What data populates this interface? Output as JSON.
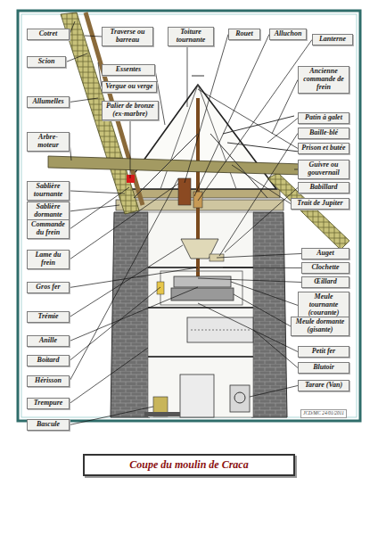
{
  "diagram": {
    "caption": "Coupe du moulin de Craca",
    "nodes": [
      {
        "text": [
          "Cotret"
        ]
      },
      {
        "text": [
          "Traverse ou barreau"
        ]
      },
      {
        "text": [
          "Toiture tournante"
        ]
      },
      {
        "text": [
          "Rouet"
        ]
      },
      {
        "text": [
          "Alluchon"
        ]
      },
      {
        "text": [
          "Lanterne"
        ]
      },
      {
        "text": [
          "Scion"
        ]
      },
      {
        "text": [
          "Essentes"
        ]
      },
      {
        "text": [
          "Ancienne commande de frein"
        ]
      },
      {
        "text": [
          "Vergue ou verge"
        ]
      },
      {
        "text": [
          "Allumelles"
        ]
      },
      {
        "text": [
          "Palier de bronze (ex-marbre)"
        ]
      },
      {
        "text": [
          "Patin à galet"
        ]
      },
      {
        "text": [
          "Baille-blé"
        ]
      },
      {
        "text": [
          "Arbre-moteur"
        ]
      },
      {
        "text": [
          "Prison et butée"
        ]
      },
      {
        "text": [
          "Guivre ou gouvernail"
        ]
      },
      {
        "text": [
          "Sablière tournante"
        ]
      },
      {
        "text": [
          "Babillard"
        ]
      },
      {
        "text": [
          "Trait de Jupiter"
        ]
      },
      {
        "text": [
          "Sablière dormante"
        ]
      },
      {
        "text": [
          "Commande du frein"
        ]
      },
      {
        "text": [
          "Auget"
        ]
      },
      {
        "text": [
          "Lame du frein"
        ]
      },
      {
        "text": [
          "Clochette"
        ]
      },
      {
        "text": [
          "Œillard"
        ]
      },
      {
        "text": [
          "Gros fer"
        ]
      },
      {
        "text": [
          "Meule tournante (courante)"
        ]
      },
      {
        "text": [
          "Trémie"
        ]
      },
      {
        "text": [
          "Meule dormante (gisante)"
        ]
      },
      {
        "text": [
          "Anille"
        ]
      },
      {
        "text": [
          "Petit fer"
        ]
      },
      {
        "text": [
          "Boitard"
        ]
      },
      {
        "text": [
          "Blutoir"
        ]
      },
      {
        "text": [
          "Hérisson"
        ]
      },
      {
        "text": [
          "Tarare (Van)"
        ]
      },
      {
        "text": [
          "Trempure"
        ]
      },
      {
        "text": [
          "Bascule"
        ]
      }
    ],
    "labels": [
      "JCD/MC 24/01/2011"
    ]
  }
}
